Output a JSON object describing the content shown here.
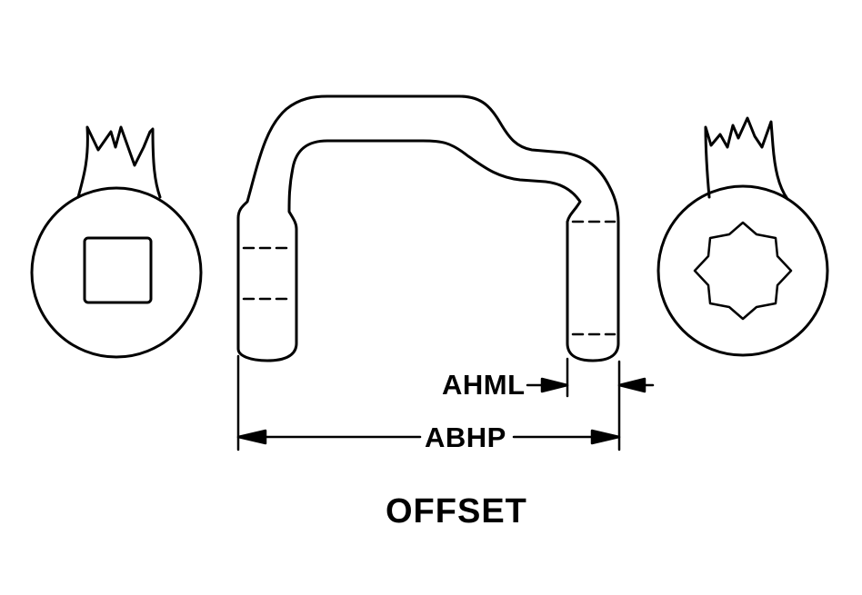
{
  "diagram": {
    "title": "OFFSET",
    "dimensions": {
      "ahml": "AHML",
      "abhp": "ABHP"
    }
  }
}
